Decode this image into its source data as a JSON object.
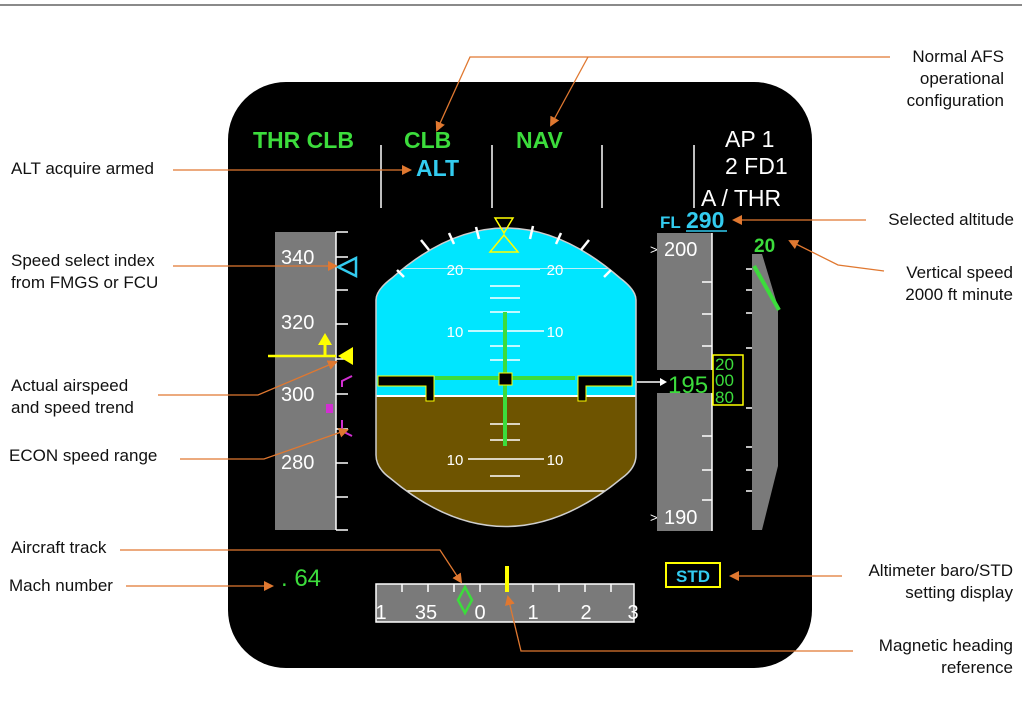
{
  "colors": {
    "green": "#3cdc3c",
    "cyan": "#33ccf0",
    "sky": "#00e6ff",
    "ground": "#6e5400",
    "yellow": "#ffff00",
    "magenta": "#d22fd2",
    "tape": "#7a7a7a",
    "callout": "#e07830"
  },
  "fma": {
    "thrust_mode": "THR CLB",
    "vertical_mode": "CLB",
    "vertical_armed": "ALT",
    "lateral_mode": "NAV",
    "ap": "AP 1",
    "fd": "2 FD1",
    "athr": "A / THR"
  },
  "speed_tape": {
    "labels": [
      "340",
      "320",
      "300",
      "280"
    ],
    "mach": ". 64"
  },
  "altitude": {
    "selected_prefix": "FL",
    "selected_value": "290",
    "upper": "200",
    "lower": "190",
    "current": "195",
    "drum": [
      "20",
      "00",
      "80"
    ],
    "vs_value": "20",
    "baro": "STD"
  },
  "attitude": {
    "pitch_up_left": "20",
    "pitch_up_right": "20",
    "pitch10_left": "10",
    "pitch10_right": "10",
    "pitch_dn_left": "10",
    "pitch_dn_right": "10"
  },
  "heading": {
    "scale": [
      "1",
      "35",
      "0",
      "1",
      "2",
      "3"
    ]
  },
  "callouts": {
    "normal_afs": [
      "Normal AFS",
      "operational",
      "configuration"
    ],
    "alt_armed": "ALT acquire armed",
    "speed_index": [
      "Speed select index",
      "from FMGS or FCU"
    ],
    "actual_airspeed": [
      "Actual airspeed",
      "and speed trend"
    ],
    "econ": "ECON speed range",
    "aircraft_track": "Aircraft track",
    "mach_number": "Mach number",
    "selected_altitude": "Selected altitude",
    "vertical_speed": [
      "Vertical speed",
      "2000 ft minute"
    ],
    "altimeter": [
      "Altimeter baro/STD",
      "setting display"
    ],
    "magnetic_heading": [
      "Magnetic heading",
      "reference"
    ]
  }
}
